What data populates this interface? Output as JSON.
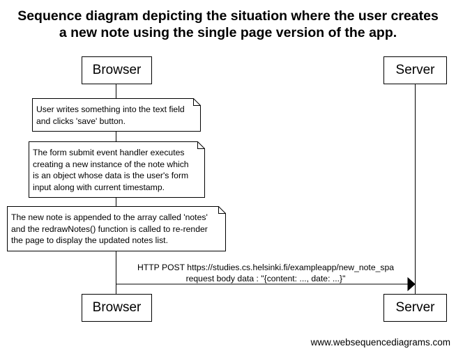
{
  "title": {
    "line1": "Sequence diagram depicting the situation where the user creates",
    "line2": "a new note using the single page version of the app."
  },
  "participants": {
    "browser": "Browser",
    "server": "Server"
  },
  "notes": [
    {
      "line1": "User writes something into the text field",
      "line2": "and clicks 'save' button."
    },
    {
      "line1": "The form submit event handler executes",
      "line2": "creating a new instance of the note which",
      "line3": "is an object whose data is the user's form",
      "line4": "input along with current timestamp."
    },
    {
      "line1": "The new note is appended to the array called 'notes'",
      "line2": "and the redrawNotes() function is called to re-render",
      "line3": "the page to display the updated notes list."
    }
  ],
  "message": {
    "line1": "HTTP POST https://studies.cs.helsinki.fi/exampleapp/new_note_spa",
    "line2": "request body data : \"{content: ..., date: ...}\""
  },
  "watermark": "www.websequencediagrams.com"
}
